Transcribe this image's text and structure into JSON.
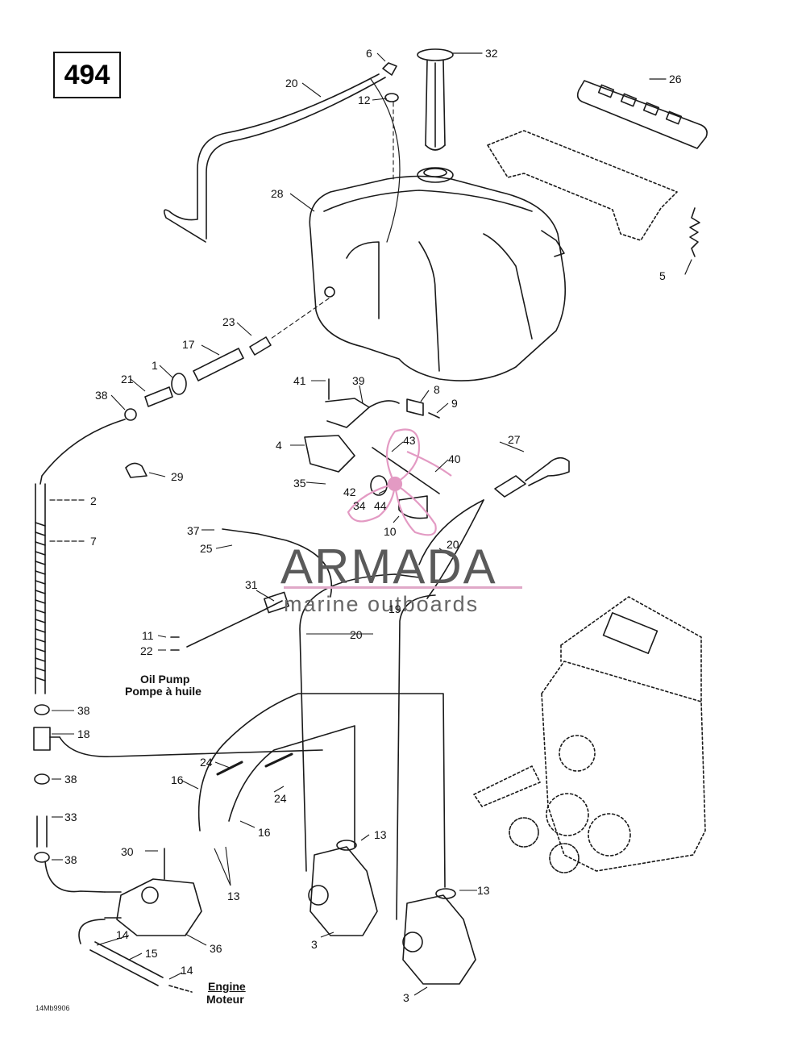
{
  "page_number": "494",
  "watermark": {
    "brand": "ARMADA",
    "tagline": "marine outboards",
    "accent_color": "#e39ac3"
  },
  "drawing_code": "14Mb9906",
  "annotations": {
    "oil_pump_en": "Oil Pump",
    "oil_pump_fr": "Pompe à huile",
    "engine_en": "Engine",
    "engine_fr": "Moteur"
  },
  "part_labels": {
    "p1": "1",
    "p2": "2",
    "p3a": "3",
    "p3b": "3",
    "p4": "4",
    "p5": "5",
    "p6": "6",
    "p7": "7",
    "p8": "8",
    "p9": "9",
    "p10": "10",
    "p11": "11",
    "p12": "12",
    "p13a": "13",
    "p13b": "13",
    "p13c": "13",
    "p14a": "14",
    "p14b": "14",
    "p15": "15",
    "p16a": "16",
    "p16b": "16",
    "p17": "17",
    "p18": "18",
    "p19": "19",
    "p20a": "20",
    "p20b": "20",
    "p20c": "20",
    "p21": "21",
    "p22": "22",
    "p23": "23",
    "p24a": "24",
    "p24b": "24",
    "p25": "25",
    "p26": "26",
    "p27": "27",
    "p28": "28",
    "p29": "29",
    "p30": "30",
    "p31": "31",
    "p32": "32",
    "p33": "33",
    "p34": "34",
    "p35": "35",
    "p36": "36",
    "p37": "37",
    "p38a": "38",
    "p38b": "38",
    "p38c": "38",
    "p38d": "38",
    "p39": "39",
    "p40": "40",
    "p41": "41",
    "p42": "42",
    "p43": "43",
    "p44": "44"
  }
}
